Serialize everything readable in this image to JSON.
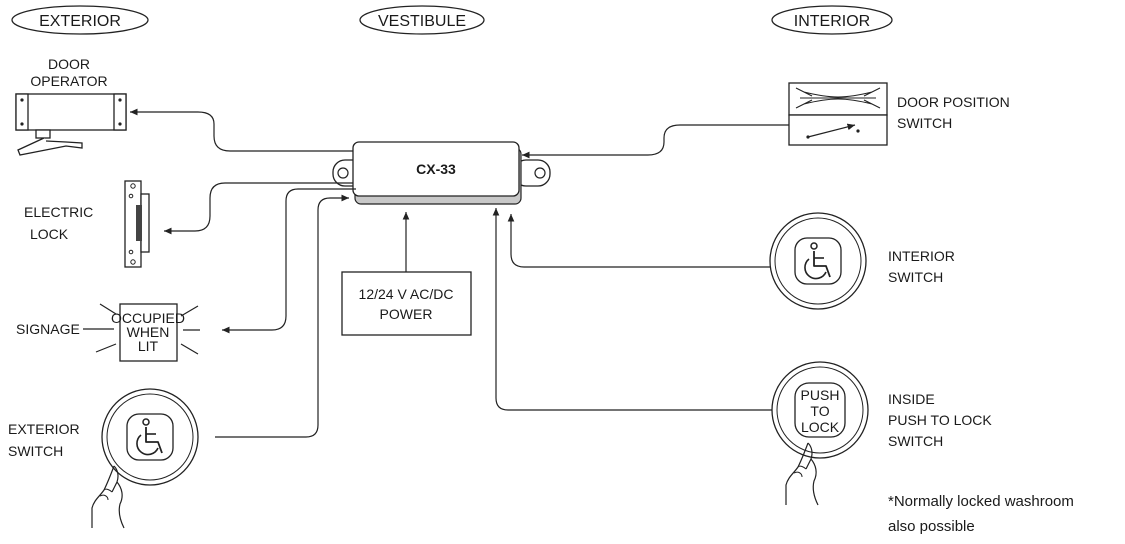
{
  "zones": {
    "exterior": "EXTERIOR",
    "vestibule": "VESTIBULE",
    "interior": "INTERIOR"
  },
  "controller": {
    "label": "CX-33"
  },
  "power": {
    "line1": "12/24 V AC/DC",
    "line2": "POWER"
  },
  "devices": {
    "door_operator": {
      "line1": "DOOR",
      "line2": "OPERATOR"
    },
    "electric_lock": {
      "line1": "ELECTRIC",
      "line2": "LOCK"
    },
    "signage": {
      "label": "SIGNAGE",
      "sign_line1": "OCCUPIED",
      "sign_line2": "WHEN",
      "sign_line3": "LIT"
    },
    "exterior_switch": {
      "line1": "EXTERIOR",
      "line2": "SWITCH",
      "icon": "wheelchair-icon"
    },
    "door_position_switch": {
      "line1": "DOOR POSITION",
      "line2": "SWITCH"
    },
    "interior_switch": {
      "line1": "INTERIOR",
      "line2": "SWITCH",
      "icon": "wheelchair-icon"
    },
    "push_to_lock_switch": {
      "line1": "INSIDE",
      "line2": "PUSH TO LOCK",
      "line3": "SWITCH",
      "button_line1": "PUSH",
      "button_line2": "TO",
      "button_line3": "LOCK"
    }
  },
  "note": {
    "line1": "*Normally locked washroom",
    "line2": "also possible"
  }
}
